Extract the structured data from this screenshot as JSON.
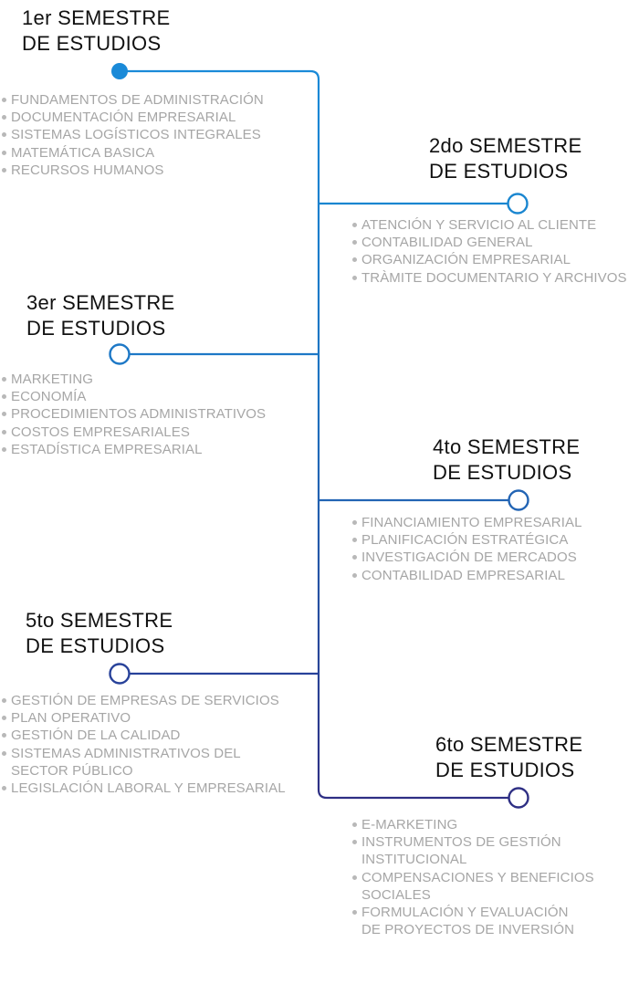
{
  "semesters": [
    {
      "title_line1": "1er SEMESTRE",
      "title_line2": "DE ESTUDIOS",
      "node": "filled",
      "color": "#1a8ad8",
      "courses": [
        [
          "FUNDAMENTOS DE ADMINISTRACIÓN"
        ],
        [
          "DOCUMENTACIÓN EMPRESARIAL"
        ],
        [
          "SISTEMAS LOGÍSTICOS INTEGRALES"
        ],
        [
          "MATEMÁTICA BASICA"
        ],
        [
          "RECURSOS HUMANOS"
        ]
      ]
    },
    {
      "title_line1": "2do SEMESTRE",
      "title_line2": "DE ESTUDIOS",
      "node": "hollow",
      "color": "#1a86d0",
      "courses": [
        [
          "ATENCIÓN Y SERVICIO AL CLIENTE"
        ],
        [
          "CONTABILIDAD GENERAL"
        ],
        [
          "ORGANIZACIÓN EMPRESARIAL"
        ],
        [
          "TRÀMITE DOCUMENTARIO Y ARCHIVOS"
        ]
      ]
    },
    {
      "title_line1": "3er SEMESTRE",
      "title_line2": "DE ESTUDIOS",
      "node": "hollow",
      "color": "#1d78c6",
      "courses": [
        [
          "MARKETING"
        ],
        [
          "ECONOMÍA"
        ],
        [
          "PROCEDIMIENTOS ADMINISTRATIVOS"
        ],
        [
          "COSTOS EMPRESARIALES"
        ],
        [
          "ESTADÍSTICA EMPRESARIAL"
        ]
      ]
    },
    {
      "title_line1": "4to SEMESTRE",
      "title_line2": "DE ESTUDIOS",
      "node": "hollow",
      "color": "#2264b4",
      "courses": [
        [
          "FINANCIAMIENTO EMPRESARIAL"
        ],
        [
          "PLANIFICACIÓN ESTRATÉGICA"
        ],
        [
          "INVESTIGACIÓN DE MERCADOS"
        ],
        [
          "CONTABILIDAD EMPRESARIAL"
        ]
      ]
    },
    {
      "title_line1": "5to SEMESTRE",
      "title_line2": "DE ESTUDIOS",
      "node": "hollow",
      "color": "#28429a",
      "courses": [
        [
          "GESTIÓN DE EMPRESAS DE SERVICIOS"
        ],
        [
          "PLAN OPERATIVO"
        ],
        [
          "GESTIÓN DE LA CALIDAD"
        ],
        [
          "SISTEMAS ADMINISTRATIVOS DEL",
          "SECTOR PÚBLICO"
        ],
        [
          "LEGISLACIÓN LABORAL Y EMPRESARIAL"
        ]
      ]
    },
    {
      "title_line1": "6to SEMESTRE",
      "title_line2": "DE ESTUDIOS",
      "node": "hollow",
      "color": "#2e2f84",
      "courses": [
        [
          "E-MARKETING"
        ],
        [
          "INSTRUMENTOS DE GESTIÓN",
          "INSTITUCIONAL"
        ],
        [
          "COMPENSACIONES Y BENEFICIOS",
          "SOCIALES"
        ],
        [
          "FORMULACIÓN Y EVALUACIÓN",
          "DE PROYECTOS DE INVERSIÓN"
        ]
      ]
    }
  ]
}
